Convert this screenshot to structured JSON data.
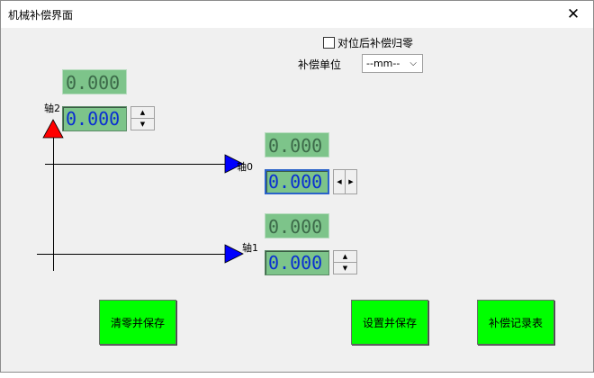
{
  "window": {
    "title": "机械补偿界面",
    "close_glyph": "✕"
  },
  "options": {
    "reset_after_align_label": "对位后补偿归零",
    "unit_label": "补偿单位",
    "unit_selected": "--mm--"
  },
  "axes": {
    "axis2": {
      "label": "轴2",
      "readout": "0.000",
      "input": "0.000",
      "marker_color": "#ff0000"
    },
    "axis0": {
      "label": "轴0",
      "readout": "0.000",
      "input": "0.000",
      "marker_color": "#0000ff"
    },
    "axis1": {
      "label": "轴1",
      "readout": "0.000",
      "input": "0.000",
      "marker_color": "#0000ff"
    }
  },
  "spin_glyphs": {
    "up": "▲",
    "down": "▼",
    "left": "◀",
    "right": "▶"
  },
  "buttons": {
    "clear_save": "清零并保存",
    "set_save": "设置并保存",
    "record_table": "补偿记录表"
  },
  "colors": {
    "field_bg": "#7dc48a",
    "button_bg": "#00ff00",
    "input_text": "#0a2fd1"
  }
}
